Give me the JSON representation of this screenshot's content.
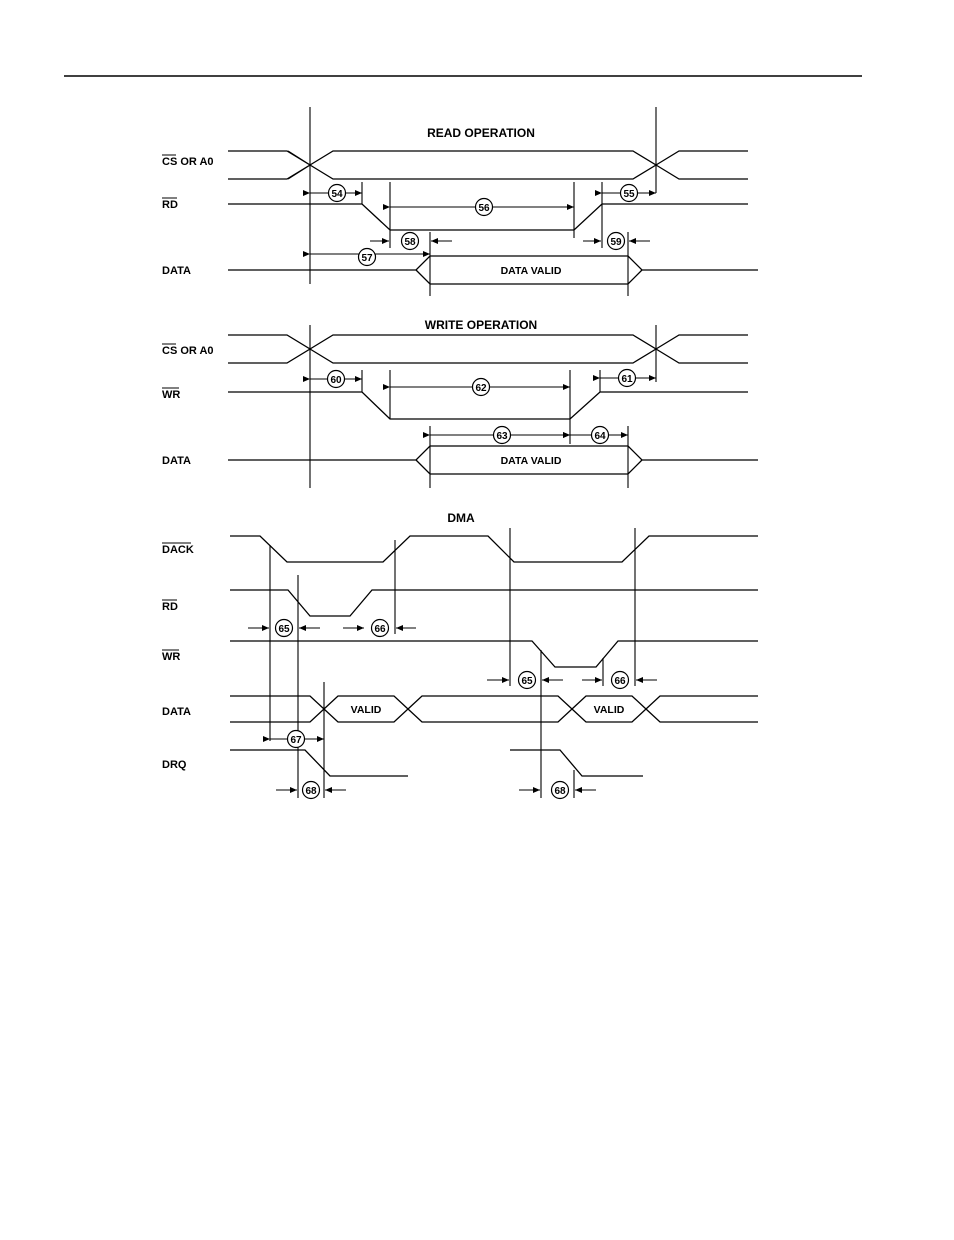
{
  "read": {
    "title": "READ OPERATION",
    "labels": {
      "cs_a0": "CS OR A0",
      "rd": "RD",
      "data": "DATA"
    },
    "data_valid": "DATA VALID",
    "markers": [
      "54",
      "56",
      "55",
      "58",
      "59",
      "57"
    ]
  },
  "write": {
    "title": "WRITE OPERATION",
    "labels": {
      "cs_a0": "CS OR A0",
      "wr": "WR",
      "data": "DATA"
    },
    "data_valid": "DATA VALID",
    "markers": [
      "60",
      "62",
      "61",
      "63",
      "64"
    ]
  },
  "dma": {
    "title": "DMA",
    "labels": {
      "dack": "DACK",
      "rd": "RD",
      "wr": "WR",
      "data": "DATA",
      "drq": "DRQ"
    },
    "valid": [
      "VALID",
      "VALID"
    ],
    "markers": [
      "65",
      "66",
      "65",
      "66",
      "67",
      "68",
      "68"
    ]
  }
}
